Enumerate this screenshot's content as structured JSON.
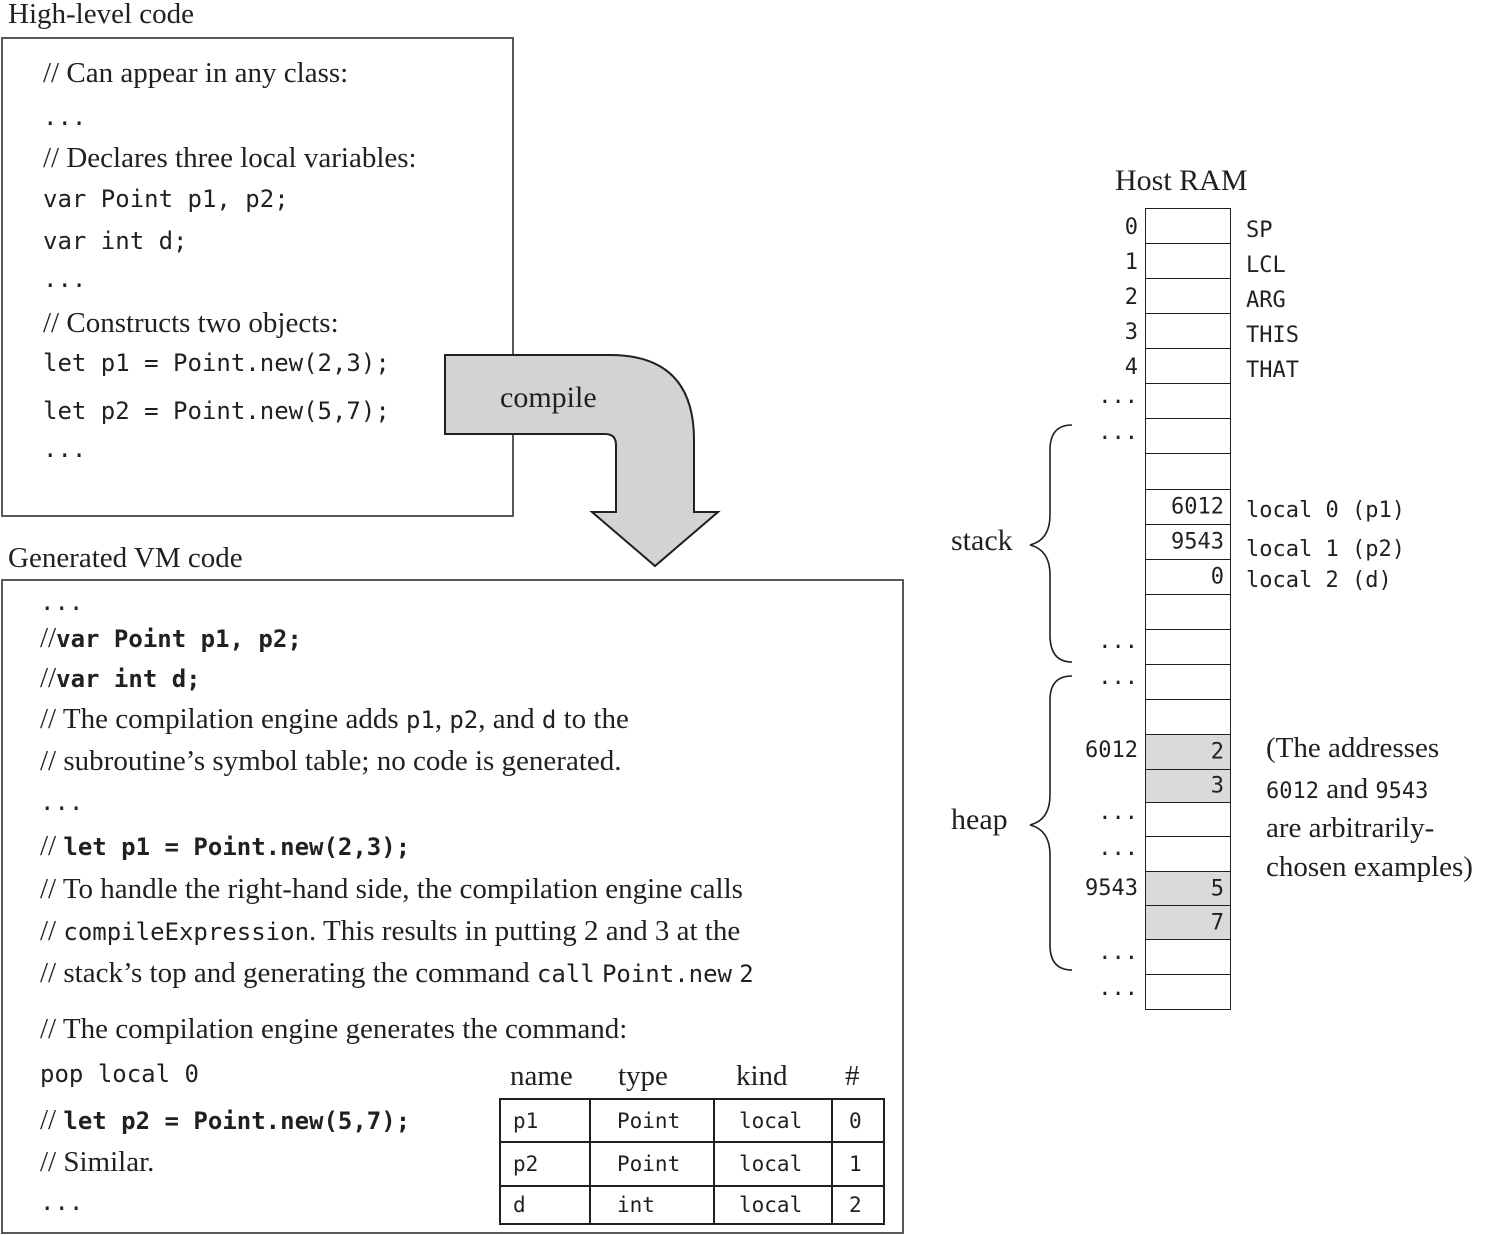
{
  "high_level": {
    "heading": "High-level code",
    "lines": [
      "// Can appear in any class:",
      "...",
      "// Declares three local variables:",
      "var Point p1, p2;",
      "var int d;",
      "...",
      "// Constructs two objects:",
      "let p1 = Point.new(2,3);",
      "let p2 = Point.new(5,7);",
      "..."
    ]
  },
  "arrow": {
    "label": "compile"
  },
  "vm": {
    "heading": "Generated VM code",
    "dots": "...",
    "slashes": "//",
    "decl1": "var Point p1, p2;",
    "decl2": "var int d;",
    "c1_a": "The compilation engine adds ",
    "c1_p1": "p1",
    "c1_b": ", ",
    "c1_p2": "p2",
    "c1_c": ", and ",
    "c1_d": "d",
    "c1_e": " to the",
    "c2": "subroutine’s symbol table; no code is generated.",
    "let1": "let p1 = Point.new(2,3);",
    "c3": "To handle the right-hand side, the compilation engine calls",
    "c4_code": "compileExpression",
    "c4_rest": ". This results in putting 2 and 3 at the",
    "c5_text": "stack’s top and generating the command ",
    "c5_call": "call",
    "c5_fn": "Point.new",
    "c5_n": "2",
    "c6": "The compilation engine generates the command:",
    "pop": "pop",
    "local_kw": "local",
    "zero": "0",
    "let2": "let p2 = Point.new(5,7);",
    "similar": "Similar."
  },
  "symbol_table": {
    "headers": [
      "name",
      "type",
      "kind",
      "#"
    ],
    "rows": [
      [
        "p1",
        "Point",
        "local",
        "0"
      ],
      [
        "p2",
        "Point",
        "local",
        "1"
      ],
      [
        "d",
        "int",
        "local",
        "2"
      ]
    ]
  },
  "ram": {
    "title": "Host RAM",
    "addresses": [
      "0",
      "1",
      "2",
      "3",
      "4"
    ],
    "registers": [
      "SP",
      "LCL",
      "ARG",
      "THIS",
      "THAT"
    ],
    "dots": "...",
    "locals": [
      {
        "value": "6012",
        "label_pre": "local",
        "index": "0",
        "label_post": "(p1)"
      },
      {
        "value": "9543",
        "label_pre": "local",
        "index": "1",
        "label_post": "(p2)"
      },
      {
        "value": "0",
        "label_pre": "local",
        "index": "2",
        "label_post": "(d)"
      }
    ],
    "heap_addr_1": "6012",
    "heap_addr_2": "9543",
    "heap_values": [
      "2",
      "3",
      "5",
      "7"
    ],
    "stack_label": "stack",
    "heap_label": "heap",
    "note_l1": "(The addresses",
    "note_a1": "6012",
    "note_and": " and ",
    "note_a2": "9543",
    "note_l3": "are arbitrarily-",
    "note_l4": "chosen examples)"
  }
}
